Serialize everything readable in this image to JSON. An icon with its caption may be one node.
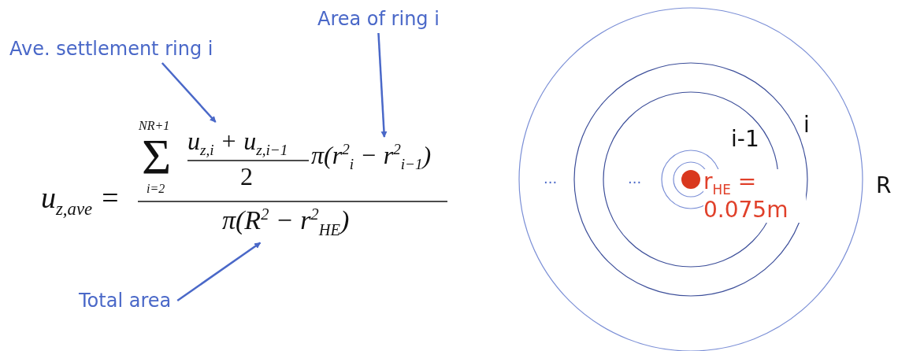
{
  "diagram": {
    "nodes": [
      {
        "text": [
          "Ave. settlement ring i"
        ]
      },
      {
        "text": [
          "Area of ring i"
        ]
      },
      {
        "text": [
          "Total area"
        ]
      },
      {
        "text": [
          "u$_{z,i}$ + u$_{z,i−1}$"
        ]
      },
      {
        "text": [
          "π(r$^{2}$$_{i}$ − r$^{2}$$_{i−1}$)"
        ]
      },
      {
        "text": [
          "π(R$^{2}$ − r$^{2}$$_{HE}$)"
        ]
      }
    ],
    "edges": [
      {
        "from": 0,
        "to": 3,
        "arrow": "to"
      },
      {
        "from": 1,
        "to": 4,
        "arrow": "to"
      },
      {
        "from": 2,
        "to": 5,
        "arrow": "to"
      }
    ],
    "labels": [
      "u$_{z,ave}$ =",
      "Σ",
      "NR+1",
      "i=2",
      "2",
      "...",
      "...",
      "i-1",
      "i",
      "R",
      "r$_{HE}$ = 0.075m"
    ]
  }
}
